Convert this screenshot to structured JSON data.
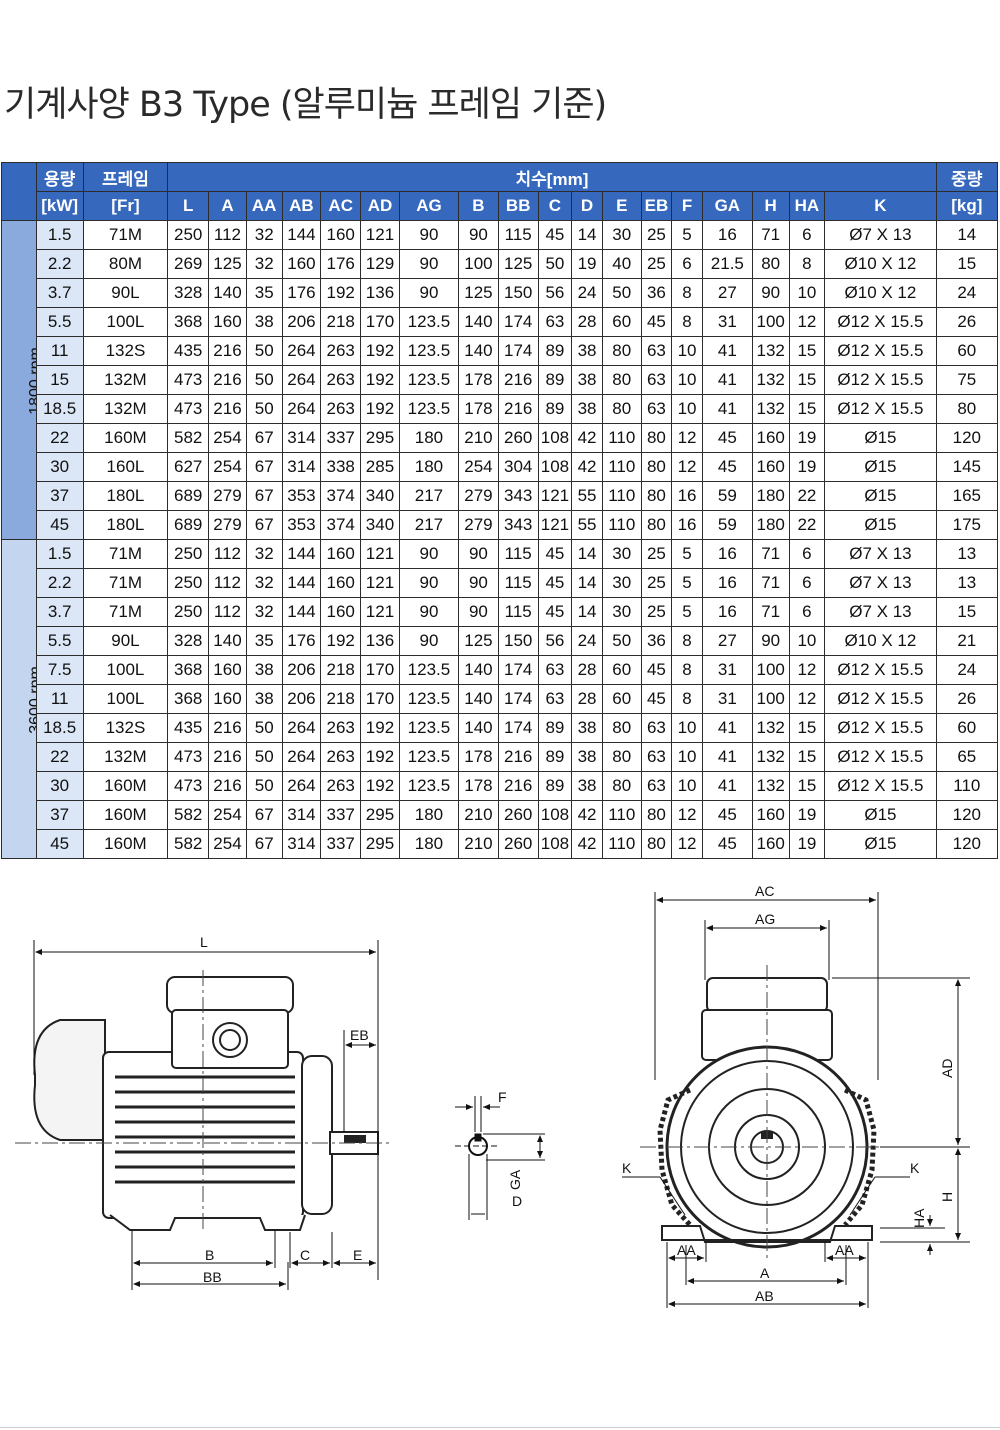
{
  "title": "기계사양 B3 Type (알루미늄 프레임 기준)",
  "table": {
    "header_top": {
      "capacity": "용량",
      "frame": "프레임",
      "dimensions": "치수[mm]",
      "weight": "중량"
    },
    "header_units": {
      "capacity": "[kW]",
      "frame": "[Fr]",
      "weight": "[kg]"
    },
    "dim_columns": [
      "L",
      "A",
      "AA",
      "AB",
      "AC",
      "AD",
      "AG",
      "B",
      "BB",
      "C",
      "D",
      "E",
      "EB",
      "F",
      "GA",
      "H",
      "HA",
      "K"
    ],
    "groups": [
      {
        "rpm": "1800 rpm",
        "rows": [
          [
            "1.5",
            "71M",
            "250",
            "112",
            "32",
            "144",
            "160",
            "121",
            "90",
            "90",
            "115",
            "45",
            "14",
            "30",
            "25",
            "5",
            "16",
            "71",
            "6",
            "Ø7 X 13",
            "14"
          ],
          [
            "2.2",
            "80M",
            "269",
            "125",
            "32",
            "160",
            "176",
            "129",
            "90",
            "100",
            "125",
            "50",
            "19",
            "40",
            "25",
            "6",
            "21.5",
            "80",
            "8",
            "Ø10 X 12",
            "15"
          ],
          [
            "3.7",
            "90L",
            "328",
            "140",
            "35",
            "176",
            "192",
            "136",
            "90",
            "125",
            "150",
            "56",
            "24",
            "50",
            "36",
            "8",
            "27",
            "90",
            "10",
            "Ø10 X 12",
            "24"
          ],
          [
            "5.5",
            "100L",
            "368",
            "160",
            "38",
            "206",
            "218",
            "170",
            "123.5",
            "140",
            "174",
            "63",
            "28",
            "60",
            "45",
            "8",
            "31",
            "100",
            "12",
            "Ø12 X 15.5",
            "26"
          ],
          [
            "11",
            "132S",
            "435",
            "216",
            "50",
            "264",
            "263",
            "192",
            "123.5",
            "140",
            "174",
            "89",
            "38",
            "80",
            "63",
            "10",
            "41",
            "132",
            "15",
            "Ø12 X 15.5",
            "60"
          ],
          [
            "15",
            "132M",
            "473",
            "216",
            "50",
            "264",
            "263",
            "192",
            "123.5",
            "178",
            "216",
            "89",
            "38",
            "80",
            "63",
            "10",
            "41",
            "132",
            "15",
            "Ø12 X 15.5",
            "75"
          ],
          [
            "18.5",
            "132M",
            "473",
            "216",
            "50",
            "264",
            "263",
            "192",
            "123.5",
            "178",
            "216",
            "89",
            "38",
            "80",
            "63",
            "10",
            "41",
            "132",
            "15",
            "Ø12 X 15.5",
            "80"
          ],
          [
            "22",
            "160M",
            "582",
            "254",
            "67",
            "314",
            "337",
            "295",
            "180",
            "210",
            "260",
            "108",
            "42",
            "110",
            "80",
            "12",
            "45",
            "160",
            "19",
            "Ø15",
            "120"
          ],
          [
            "30",
            "160L",
            "627",
            "254",
            "67",
            "314",
            "338",
            "285",
            "180",
            "254",
            "304",
            "108",
            "42",
            "110",
            "80",
            "12",
            "45",
            "160",
            "19",
            "Ø15",
            "145"
          ],
          [
            "37",
            "180L",
            "689",
            "279",
            "67",
            "353",
            "374",
            "340",
            "217",
            "279",
            "343",
            "121",
            "55",
            "110",
            "80",
            "16",
            "59",
            "180",
            "22",
            "Ø15",
            "165"
          ],
          [
            "45",
            "180L",
            "689",
            "279",
            "67",
            "353",
            "374",
            "340",
            "217",
            "279",
            "343",
            "121",
            "55",
            "110",
            "80",
            "16",
            "59",
            "180",
            "22",
            "Ø15",
            "175"
          ]
        ]
      },
      {
        "rpm": "3600 rpm",
        "rows": [
          [
            "1.5",
            "71M",
            "250",
            "112",
            "32",
            "144",
            "160",
            "121",
            "90",
            "90",
            "115",
            "45",
            "14",
            "30",
            "25",
            "5",
            "16",
            "71",
            "6",
            "Ø7 X 13",
            "13"
          ],
          [
            "2.2",
            "71M",
            "250",
            "112",
            "32",
            "144",
            "160",
            "121",
            "90",
            "90",
            "115",
            "45",
            "14",
            "30",
            "25",
            "5",
            "16",
            "71",
            "6",
            "Ø7 X 13",
            "13"
          ],
          [
            "3.7",
            "71M",
            "250",
            "112",
            "32",
            "144",
            "160",
            "121",
            "90",
            "90",
            "115",
            "45",
            "14",
            "30",
            "25",
            "5",
            "16",
            "71",
            "6",
            "Ø7 X 13",
            "15"
          ],
          [
            "5.5",
            "90L",
            "328",
            "140",
            "35",
            "176",
            "192",
            "136",
            "90",
            "125",
            "150",
            "56",
            "24",
            "50",
            "36",
            "8",
            "27",
            "90",
            "10",
            "Ø10 X 12",
            "21"
          ],
          [
            "7.5",
            "100L",
            "368",
            "160",
            "38",
            "206",
            "218",
            "170",
            "123.5",
            "140",
            "174",
            "63",
            "28",
            "60",
            "45",
            "8",
            "31",
            "100",
            "12",
            "Ø12 X 15.5",
            "24"
          ],
          [
            "11",
            "100L",
            "368",
            "160",
            "38",
            "206",
            "218",
            "170",
            "123.5",
            "140",
            "174",
            "63",
            "28",
            "60",
            "45",
            "8",
            "31",
            "100",
            "12",
            "Ø12 X 15.5",
            "26"
          ],
          [
            "18.5",
            "132S",
            "435",
            "216",
            "50",
            "264",
            "263",
            "192",
            "123.5",
            "140",
            "174",
            "89",
            "38",
            "80",
            "63",
            "10",
            "41",
            "132",
            "15",
            "Ø12 X 15.5",
            "60"
          ],
          [
            "22",
            "132M",
            "473",
            "216",
            "50",
            "264",
            "263",
            "192",
            "123.5",
            "178",
            "216",
            "89",
            "38",
            "80",
            "63",
            "10",
            "41",
            "132",
            "15",
            "Ø12 X 15.5",
            "65"
          ],
          [
            "30",
            "160M",
            "473",
            "216",
            "50",
            "264",
            "263",
            "192",
            "123.5",
            "178",
            "216",
            "89",
            "38",
            "80",
            "63",
            "10",
            "41",
            "132",
            "15",
            "Ø12 X 15.5",
            "110"
          ],
          [
            "37",
            "160M",
            "582",
            "254",
            "67",
            "314",
            "337",
            "295",
            "180",
            "210",
            "260",
            "108",
            "42",
            "110",
            "80",
            "12",
            "45",
            "160",
            "19",
            "Ø15",
            "120"
          ],
          [
            "45",
            "160M",
            "582",
            "254",
            "67",
            "314",
            "337",
            "295",
            "180",
            "210",
            "260",
            "108",
            "42",
            "110",
            "80",
            "12",
            "45",
            "160",
            "19",
            "Ø15",
            "120"
          ]
        ]
      }
    ]
  },
  "diagram_labels": {
    "side": {
      "L": "L",
      "EB": "EB",
      "B": "B",
      "C": "C",
      "E": "E",
      "BB": "BB"
    },
    "shaft": {
      "F": "F",
      "GA": "GA",
      "D": "D"
    },
    "front": {
      "AC": "AC",
      "AG": "AG",
      "AD": "AD",
      "K_left": "K",
      "K_right": "K",
      "H": "H",
      "HA": "HA",
      "AA_left": "AA",
      "AA_right": "AA",
      "A": "A",
      "AB": "AB"
    }
  },
  "colors": {
    "header_blue": "#3668bd",
    "rpm1800": "#8aa9dd",
    "rpm3600": "#c4d5ef",
    "kw_cell": "#dbe6f6"
  }
}
